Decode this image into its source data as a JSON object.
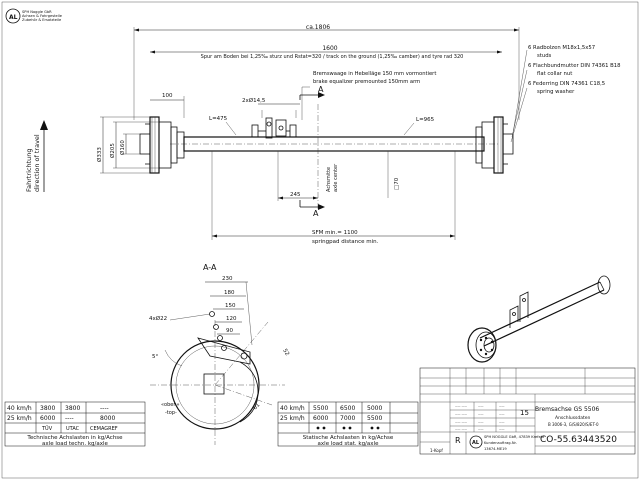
{
  "logo": {
    "line1": "SPH Noggle GbR",
    "line2": "Achsen & Fahrgestelle",
    "line3": "Zubehör & Ersatzteile",
    "mark": "AL"
  },
  "travel": {
    "de": "Fahrtrichtung",
    "en": "direction of travel"
  },
  "dims": {
    "overall": "ca.1806",
    "track": "1600",
    "track_note": "Spur am Boden bei 1,25‰ sturz und Rstat=320 / track on the ground (1,25‰ camber) and tyre rad 320",
    "offset_left": "100",
    "hole": "2xØ14,5",
    "brake_note_de": "Bremswaage in Hebelläge 150 mm vormontiert",
    "brake_note_en": "brake equalizer premounted 150mm arm",
    "l_left": "L=475",
    "l_right": "L=965",
    "section_top": "A",
    "section_bottom": "A",
    "d_outer": "Ø333",
    "d_mid": "Ø205",
    "d_inner": "Ø160",
    "d245": "245",
    "axle_center_de": "Achsmitte",
    "axle_center_en": "axle center",
    "square": "□70",
    "spring_de": "SFM min.= 1100",
    "spring_en": "springpad distance min."
  },
  "notes": [
    "6 Radbolzen M18x1,5x57",
    "studs",
    "6 Flachbundmutter DIN 74361 B18",
    "flat collar nut",
    "6 Federring DIN 74361 C18,5",
    "spring washer"
  ],
  "section": {
    "title": "A-A",
    "d230": "230",
    "d180": "180",
    "d150": "150",
    "d120": "120",
    "d90": "90",
    "holes": "4xØ22",
    "angle": "5°",
    "l52": "52",
    "ext": "61",
    "top_label_de": "«oben»",
    "top_label_en": "-top-"
  },
  "load_left": {
    "rows": [
      [
        "40 km/h",
        "3800",
        "3800",
        "----"
      ],
      [
        "25 km/h",
        "6000",
        "----",
        "8000"
      ]
    ],
    "headers": [
      "TÜV",
      "UTAC",
      "CEMAGREF"
    ],
    "footer_de": "Technische Achslasten in kg/Achse",
    "footer_en": "axle load techn. kg/axle"
  },
  "load_right": {
    "rows": [
      [
        "40 km/h",
        "5500",
        "6500",
        "5000"
      ],
      [
        "25 km/h",
        "6000",
        "7000",
        "5500"
      ]
    ],
    "footer_de": "Statische Achslasten in kg/Achse",
    "footer_en": "axle load stat. kg/axle"
  },
  "titleblock": {
    "doc": "CO-55.63443520",
    "title_de": "Bremsachse GS 5506",
    "title_en": "Anschlussdaten",
    "ref": "B 3006-3, G/S/820/S/ET-0",
    "scale": "15",
    "rev": "R",
    "company1": "SPH NOGGLE GbR, 47839 Krefeld",
    "company2": "Kundenauftrag-Nr.",
    "pos": "13674-ME19",
    "mass": "1-Kopf"
  }
}
